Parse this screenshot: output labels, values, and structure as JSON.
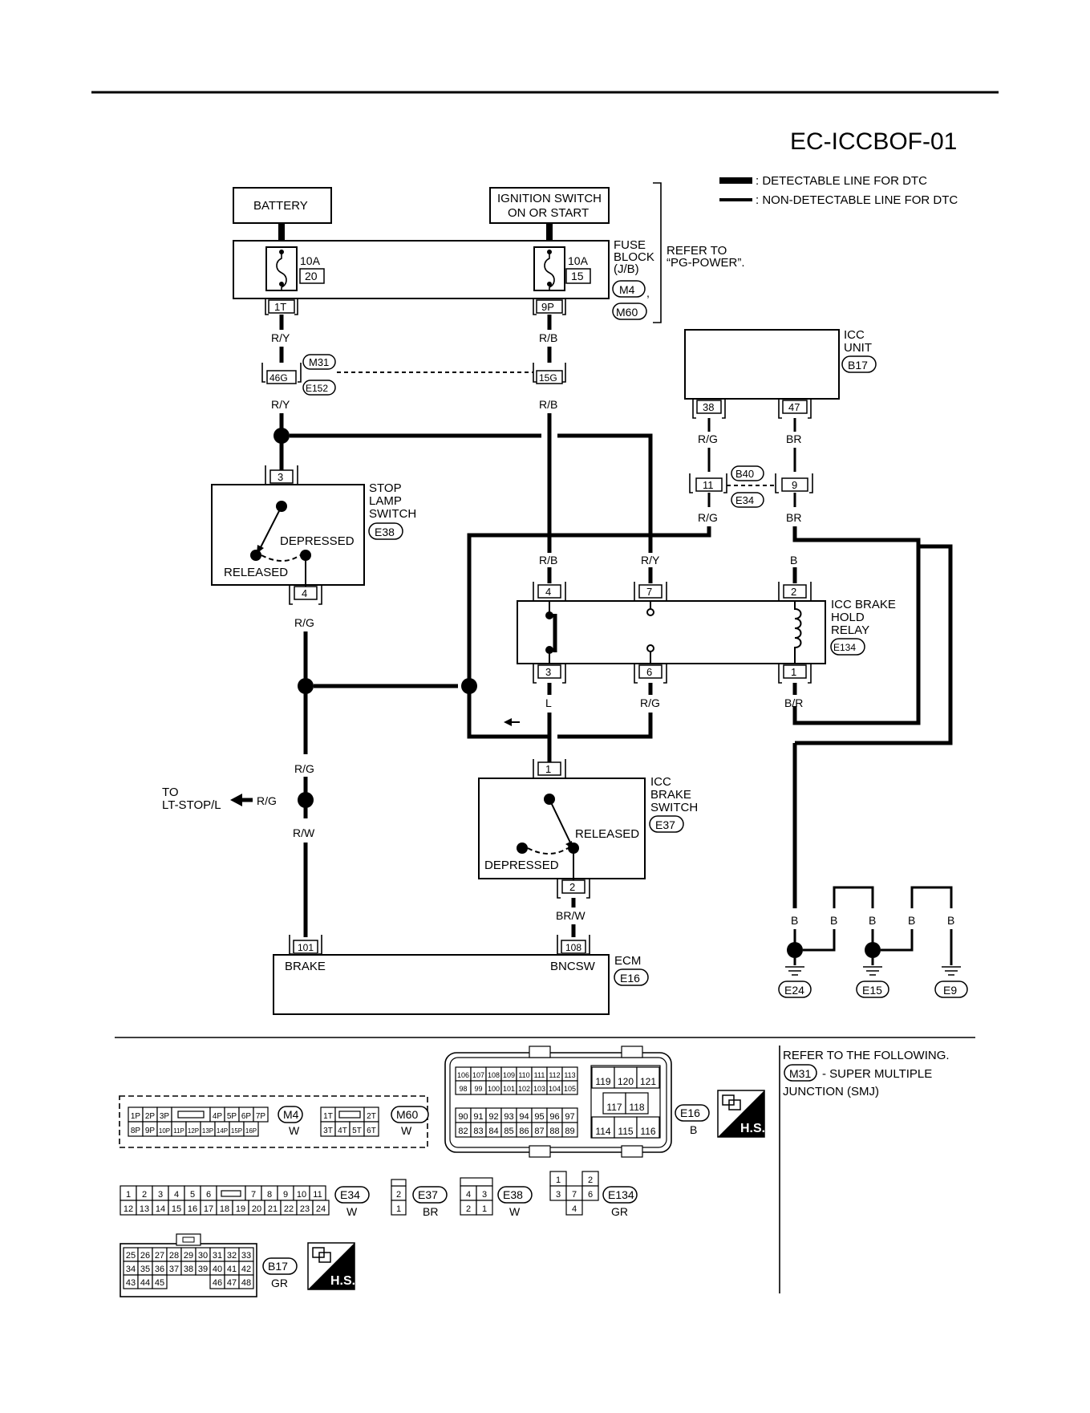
{
  "diagram_id": "EC-ICCBOF-01",
  "legend": {
    "detectable": ": DETECTABLE LINE FOR DTC",
    "non_detectable": ": NON-DETECTABLE LINE FOR DTC"
  },
  "power": {
    "battery": "BATTERY",
    "ignition_line1": "IGNITION SWITCH",
    "ignition_line2": "ON OR START",
    "fuse1_amp": "10A",
    "fuse1_no": "20",
    "fuse1_pin": "1T",
    "fuse2_amp": "10A",
    "fuse2_no": "15",
    "fuse2_pin": "9P",
    "fuse_block_1": "FUSE",
    "fuse_block_2": "BLOCK",
    "fuse_block_3": "(J/B)",
    "conn_m4": "M4",
    "conn_m60": "M60",
    "comma": ",",
    "refer_1": "REFER TO",
    "refer_2": "“PG-POWER”."
  },
  "wires": {
    "ry": "R/Y",
    "rb": "R/B",
    "rg": "R/G",
    "br": "BR",
    "b": "B",
    "l": "L",
    "rw": "R/W",
    "brw": "BR/W",
    "b_r": "B/R"
  },
  "joint": {
    "m31": "M31",
    "e152": "E152",
    "pin46g": "46G",
    "pin15g": "15G"
  },
  "icc_unit": {
    "l1": "ICC",
    "l2": "UNIT",
    "conn": "B17",
    "pin38": "38",
    "pin47": "47"
  },
  "b40_joint": {
    "b40": "B40",
    "e34": "E34",
    "pin11": "11",
    "pin9": "9"
  },
  "stop_lamp": {
    "l1": "STOP",
    "l2": "LAMP",
    "l3": "SWITCH",
    "conn": "E38",
    "pin3": "3",
    "pin4": "4",
    "depressed": "DEPRESSED",
    "released": "RELEASED"
  },
  "relay": {
    "l1": "ICC BRAKE",
    "l2": "HOLD",
    "l3": "RELAY",
    "conn": "E134",
    "pin4": "4",
    "pin7": "7",
    "pin2": "2",
    "pin3": "3",
    "pin6": "6",
    "pin1": "1"
  },
  "brake_switch": {
    "l1": "ICC",
    "l2": "BRAKE",
    "l3": "SWITCH",
    "conn": "E37",
    "pin1": "1",
    "pin2": "2",
    "released": "RELEASED",
    "depressed": "DEPRESSED"
  },
  "to_lt": {
    "l1": "TO",
    "l2": "LT-STOP/L"
  },
  "ecm": {
    "label": "ECM",
    "conn": "E16",
    "pin101": "101",
    "pin108": "108",
    "brake": "BRAKE",
    "bncsw": "BNCSW"
  },
  "grounds": [
    "E24",
    "E15",
    "E9"
  ],
  "refer_following": {
    "l1": "REFER TO THE FOLLOWING.",
    "conn": "M31",
    "l2": "- SUPER MULTIPLE",
    "l3": "JUNCTION (SMJ)"
  },
  "connectors": {
    "m4": {
      "name": "M4",
      "color": "W",
      "row1": [
        "1P",
        "2P",
        "3P",
        "",
        "4P",
        "5P",
        "6P",
        "7P"
      ],
      "row2": [
        "8P",
        "9P",
        "10P",
        "11P",
        "12P",
        "13P",
        "14P",
        "15P",
        "16P"
      ]
    },
    "m60": {
      "name": "M60",
      "color": "W",
      "row1": [
        "1T",
        "",
        "2T"
      ],
      "row2": [
        "3T",
        "4T",
        "5T",
        "6T"
      ]
    },
    "e16": {
      "name": "E16",
      "color": "B",
      "a1": [
        "106",
        "107",
        "108",
        "109",
        "110",
        "111",
        "112",
        "113"
      ],
      "a2": [
        "98",
        "99",
        "100",
        "101",
        "102",
        "103",
        "104",
        "105"
      ],
      "b1": [
        "90",
        "91",
        "92",
        "93",
        "94",
        "95",
        "96",
        "97"
      ],
      "b2": [
        "82",
        "83",
        "84",
        "85",
        "86",
        "87",
        "88",
        "89"
      ],
      "c1": [
        "119",
        "120",
        "121"
      ],
      "c2": [
        "117",
        "118"
      ],
      "c3": [
        "114",
        "115",
        "116"
      ]
    },
    "hs": "H.S.",
    "e34": {
      "name": "E34",
      "color": "W",
      "row1": [
        "1",
        "2",
        "3",
        "4",
        "5",
        "6",
        "",
        "7",
        "8",
        "9",
        "10",
        "11"
      ],
      "row2": [
        "12",
        "13",
        "14",
        "15",
        "16",
        "17",
        "18",
        "19",
        "20",
        "21",
        "22",
        "23",
        "24"
      ]
    },
    "e37": {
      "name": "E37",
      "color": "BR",
      "cells": [
        "2",
        "1"
      ]
    },
    "e38": {
      "name": "E38",
      "color": "W",
      "cells": [
        "4",
        "3",
        "2",
        "1"
      ]
    },
    "e134": {
      "name": "E134",
      "color": "GR",
      "cells": [
        "1",
        "2",
        "3",
        "7",
        "6",
        "4"
      ]
    },
    "b17": {
      "name": "B17",
      "color": "GR",
      "row1": [
        "25",
        "26",
        "27",
        "28",
        "29",
        "30",
        "31",
        "32",
        "33"
      ],
      "row2": [
        "34",
        "35",
        "36",
        "37",
        "38",
        "39",
        "40",
        "41",
        "42"
      ],
      "row3": [
        "43",
        "44",
        "45",
        "46",
        "47",
        "48"
      ]
    }
  }
}
